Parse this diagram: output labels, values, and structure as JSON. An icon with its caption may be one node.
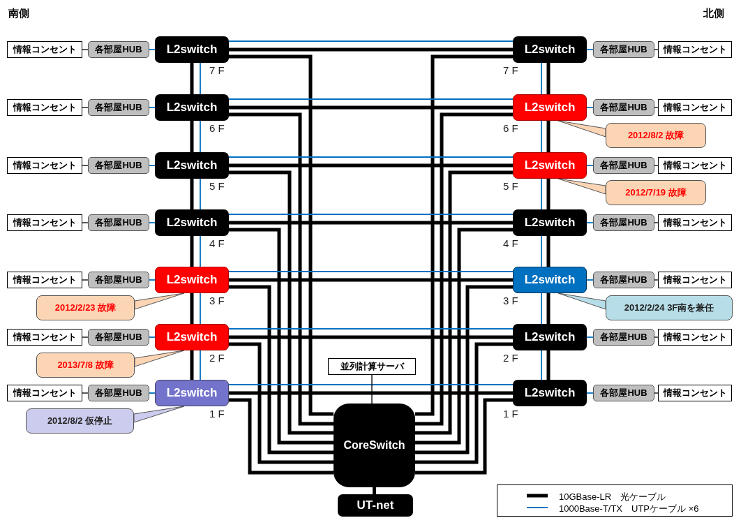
{
  "diagram": {
    "nodes": [
      {
        "text": [
          "情報コンセント"
        ]
      },
      {
        "text": [
          "各部屋HUB"
        ]
      },
      {
        "text": [
          "L2switch"
        ],
        "beside": [
          "7 F"
        ]
      },
      {
        "text": [
          "L2switch"
        ],
        "beside": [
          "7 F"
        ]
      },
      {
        "text": [
          "各部屋HUB"
        ]
      },
      {
        "text": [
          "情報コンセント"
        ]
      },
      {
        "text": [
          "情報コンセント"
        ]
      },
      {
        "text": [
          "各部屋HUB"
        ]
      },
      {
        "text": [
          "L2switch"
        ],
        "beside": [
          "6 F"
        ]
      },
      {
        "text": [
          "L2switch"
        ],
        "beside": [
          "6 F"
        ]
      },
      {
        "text": [
          "各部屋HUB"
        ]
      },
      {
        "text": [
          "情報コンセント"
        ]
      },
      {
        "text": [
          "2012/8/2 故障"
        ]
      },
      {
        "text": [
          "情報コンセント"
        ]
      },
      {
        "text": [
          "各部屋HUB"
        ]
      },
      {
        "text": [
          "L2switch"
        ],
        "beside": [
          "5 F"
        ]
      },
      {
        "text": [
          "L2switch"
        ],
        "beside": [
          "5 F"
        ]
      },
      {
        "text": [
          "各部屋HUB"
        ]
      },
      {
        "text": [
          "情報コンセント"
        ]
      },
      {
        "text": [
          "2012/7/19 故障"
        ]
      },
      {
        "text": [
          "情報コンセント"
        ]
      },
      {
        "text": [
          "各部屋HUB"
        ]
      },
      {
        "text": [
          "L2switch"
        ],
        "beside": [
          "4 F"
        ]
      },
      {
        "text": [
          "L2switch"
        ],
        "beside": [
          "4 F"
        ]
      },
      {
        "text": [
          "各部屋HUB"
        ]
      },
      {
        "text": [
          "情報コンセント"
        ]
      },
      {
        "text": [
          "情報コンセント"
        ]
      },
      {
        "text": [
          "各部屋HUB"
        ]
      },
      {
        "text": [
          "L2switch"
        ],
        "beside": [
          "3 F"
        ]
      },
      {
        "text": [
          "L2switch"
        ],
        "beside": [
          "3 F"
        ]
      },
      {
        "text": [
          "各部屋HUB"
        ]
      },
      {
        "text": [
          "情報コンセント"
        ]
      },
      {
        "text": [
          "2012/2/23 故障"
        ]
      },
      {
        "text": [
          "2012/2/24 3F南を兼任"
        ]
      },
      {
        "text": [
          "情報コンセント"
        ]
      },
      {
        "text": [
          "各部屋HUB"
        ]
      },
      {
        "text": [
          "L2switch"
        ],
        "beside": [
          "2 F"
        ]
      },
      {
        "text": [
          "L2switch"
        ],
        "beside": [
          "2 F"
        ]
      },
      {
        "text": [
          "各部屋HUB"
        ]
      },
      {
        "text": [
          "情報コンセント"
        ]
      },
      {
        "text": [
          "2013/7/8 故障"
        ]
      },
      {
        "text": [
          "並列計算サーバ"
        ]
      },
      {
        "text": [
          "情報コンセント"
        ]
      },
      {
        "text": [
          "各部屋HUB"
        ]
      },
      {
        "text": [
          "L2switch"
        ],
        "beside": [
          "1 F"
        ]
      },
      {
        "text": [
          "L2switch"
        ],
        "beside": [
          "1 F"
        ]
      },
      {
        "text": [
          "各部屋HUB"
        ]
      },
      {
        "text": [
          "情報コンセント"
        ]
      },
      {
        "text": [
          "2012/8/2 仮停止"
        ]
      },
      {
        "text": [
          "CoreSwitch"
        ]
      },
      {
        "text": [
          "UT-net"
        ]
      }
    ],
    "edges": [
      {
        "from": 0,
        "to": 1,
        "arrow": "none"
      },
      {
        "from": 1,
        "to": 2,
        "arrow": "none",
        "color": "#0070c0"
      },
      {
        "from": 3,
        "to": 4,
        "arrow": "none",
        "color": "#0070c0"
      },
      {
        "from": 4,
        "to": 5,
        "arrow": "none"
      },
      {
        "from": 2,
        "to": 3,
        "arrow": "none",
        "color": "#0070c0"
      },
      {
        "from": 2,
        "to": 3,
        "arrow": "none",
        "style": "thick"
      },
      {
        "from": 2,
        "to": 49,
        "arrow": "none",
        "style": "thick"
      },
      {
        "from": 3,
        "to": 49,
        "arrow": "none",
        "style": "thick"
      },
      {
        "from": 6,
        "to": 7,
        "arrow": "none"
      },
      {
        "from": 7,
        "to": 8,
        "arrow": "none",
        "color": "#0070c0"
      },
      {
        "from": 9,
        "to": 10,
        "arrow": "none",
        "color": "#0070c0"
      },
      {
        "from": 10,
        "to": 11,
        "arrow": "none"
      },
      {
        "from": 8,
        "to": 9,
        "arrow": "none",
        "color": "#0070c0"
      },
      {
        "from": 8,
        "to": 9,
        "arrow": "none",
        "style": "thick"
      },
      {
        "from": 8,
        "to": 49,
        "arrow": "none",
        "style": "thick"
      },
      {
        "from": 9,
        "to": 49,
        "arrow": "none",
        "style": "thick"
      },
      {
        "from": 13,
        "to": 14,
        "arrow": "none"
      },
      {
        "from": 14,
        "to": 15,
        "arrow": "none",
        "color": "#0070c0"
      },
      {
        "from": 16,
        "to": 17,
        "arrow": "none",
        "color": "#0070c0"
      },
      {
        "from": 17,
        "to": 18,
        "arrow": "none"
      },
      {
        "from": 15,
        "to": 16,
        "arrow": "none",
        "color": "#0070c0"
      },
      {
        "from": 15,
        "to": 16,
        "arrow": "none",
        "style": "thick"
      },
      {
        "from": 15,
        "to": 49,
        "arrow": "none",
        "style": "thick"
      },
      {
        "from": 16,
        "to": 49,
        "arrow": "none",
        "style": "thick"
      },
      {
        "from": 20,
        "to": 21,
        "arrow": "none"
      },
      {
        "from": 21,
        "to": 22,
        "arrow": "none",
        "color": "#0070c0"
      },
      {
        "from": 23,
        "to": 24,
        "arrow": "none",
        "color": "#0070c0"
      },
      {
        "from": 24,
        "to": 25,
        "arrow": "none"
      },
      {
        "from": 22,
        "to": 23,
        "arrow": "none",
        "color": "#0070c0"
      },
      {
        "from": 22,
        "to": 23,
        "arrow": "none",
        "style": "thick"
      },
      {
        "from": 22,
        "to": 49,
        "arrow": "none",
        "style": "thick"
      },
      {
        "from": 23,
        "to": 49,
        "arrow": "none",
        "style": "thick"
      },
      {
        "from": 26,
        "to": 27,
        "arrow": "none"
      },
      {
        "from": 27,
        "to": 28,
        "arrow": "none",
        "color": "#0070c0"
      },
      {
        "from": 29,
        "to": 30,
        "arrow": "none",
        "color": "#0070c0"
      },
      {
        "from": 30,
        "to": 31,
        "arrow": "none"
      },
      {
        "from": 28,
        "to": 29,
        "arrow": "none",
        "color": "#0070c0"
      },
      {
        "from": 28,
        "to": 29,
        "arrow": "none",
        "style": "thick"
      },
      {
        "from": 28,
        "to": 49,
        "arrow": "none",
        "style": "thick"
      },
      {
        "from": 29,
        "to": 49,
        "arrow": "none",
        "style": "thick"
      },
      {
        "from": 34,
        "to": 35,
        "arrow": "none"
      },
      {
        "from": 35,
        "to": 36,
        "arrow": "none",
        "color": "#0070c0"
      },
      {
        "from": 37,
        "to": 38,
        "arrow": "none",
        "color": "#0070c0"
      },
      {
        "from": 38,
        "to": 39,
        "arrow": "none"
      },
      {
        "from": 36,
        "to": 37,
        "arrow": "none",
        "color": "#0070c0"
      },
      {
        "from": 36,
        "to": 37,
        "arrow": "none",
        "style": "thick"
      },
      {
        "from": 36,
        "to": 49,
        "arrow": "none",
        "style": "thick"
      },
      {
        "from": 37,
        "to": 49,
        "arrow": "none",
        "style": "thick"
      },
      {
        "from": 42,
        "to": 43,
        "arrow": "none"
      },
      {
        "from": 43,
        "to": 44,
        "arrow": "none",
        "color": "#0070c0"
      },
      {
        "from": 45,
        "to": 46,
        "arrow": "none",
        "color": "#0070c0"
      },
      {
        "from": 46,
        "to": 47,
        "arrow": "none"
      },
      {
        "from": 44,
        "to": 45,
        "arrow": "none",
        "color": "#0070c0"
      },
      {
        "from": 44,
        "to": 45,
        "arrow": "none",
        "style": "thick"
      },
      {
        "from": 44,
        "to": 49,
        "arrow": "none",
        "style": "thick"
      },
      {
        "from": 45,
        "to": 49,
        "arrow": "none",
        "style": "thick"
      },
      {
        "from": 2,
        "to": 8,
        "arrow": "none",
        "style": "thick"
      },
      {
        "from": 8,
        "to": 15,
        "arrow": "none",
        "style": "thick"
      },
      {
        "from": 15,
        "to": 22,
        "arrow": "none",
        "style": "thick"
      },
      {
        "from": 22,
        "to": 28,
        "arrow": "none",
        "style": "thick"
      },
      {
        "from": 28,
        "to": 36,
        "arrow": "none",
        "style": "thick"
      },
      {
        "from": 36,
        "to": 44,
        "arrow": "none",
        "style": "thick"
      },
      {
        "from": 2,
        "to": 8,
        "arrow": "none",
        "color": "#0070c0"
      },
      {
        "from": 8,
        "to": 15,
        "arrow": "none",
        "color": "#0070c0"
      },
      {
        "from": 15,
        "to": 22,
        "arrow": "none",
        "color": "#0070c0"
      },
      {
        "from": 22,
        "to": 28,
        "arrow": "none",
        "color": "#0070c0"
      },
      {
        "from": 28,
        "to": 36,
        "arrow": "none",
        "color": "#0070c0"
      },
      {
        "from": 36,
        "to": 44,
        "arrow": "none",
        "color": "#0070c0"
      },
      {
        "from": 3,
        "to": 9,
        "arrow": "none",
        "style": "thick"
      },
      {
        "from": 9,
        "to": 16,
        "arrow": "none",
        "style": "thick"
      },
      {
        "from": 16,
        "to": 23,
        "arrow": "none",
        "style": "thick"
      },
      {
        "from": 23,
        "to": 29,
        "arrow": "none",
        "style": "thick"
      },
      {
        "from": 29,
        "to": 37,
        "arrow": "none",
        "style": "thick"
      },
      {
        "from": 37,
        "to": 45,
        "arrow": "none",
        "style": "thick"
      },
      {
        "from": 3,
        "to": 9,
        "arrow": "none",
        "color": "#0070c0"
      },
      {
        "from": 9,
        "to": 16,
        "arrow": "none",
        "color": "#0070c0"
      },
      {
        "from": 16,
        "to": 23,
        "arrow": "none",
        "color": "#0070c0"
      },
      {
        "from": 23,
        "to": 29,
        "arrow": "none",
        "color": "#0070c0"
      },
      {
        "from": 29,
        "to": 37,
        "arrow": "none",
        "color": "#0070c0"
      },
      {
        "from": 37,
        "to": 45,
        "arrow": "none",
        "color": "#0070c0"
      },
      {
        "from": 12,
        "to": 9,
        "arrow": "none"
      },
      {
        "from": 19,
        "to": 16,
        "arrow": "none"
      },
      {
        "from": 32,
        "to": 28,
        "arrow": "none"
      },
      {
        "from": 33,
        "to": 29,
        "arrow": "none"
      },
      {
        "from": 40,
        "to": 36,
        "arrow": "none"
      },
      {
        "from": 48,
        "to": 44,
        "arrow": "none"
      },
      {
        "from": 41,
        "to": 49,
        "arrow": "none"
      },
      {
        "from": 49,
        "to": 50,
        "arrow": "none",
        "style": "thick"
      }
    ],
    "labels": [
      "南側",
      "北側"
    ],
    "legend": [
      {
        "text": "10GBase-LR　光ケーブル"
      },
      {
        "text": "1000Base-T/TX　UTPケーブル ×6"
      }
    ]
  }
}
